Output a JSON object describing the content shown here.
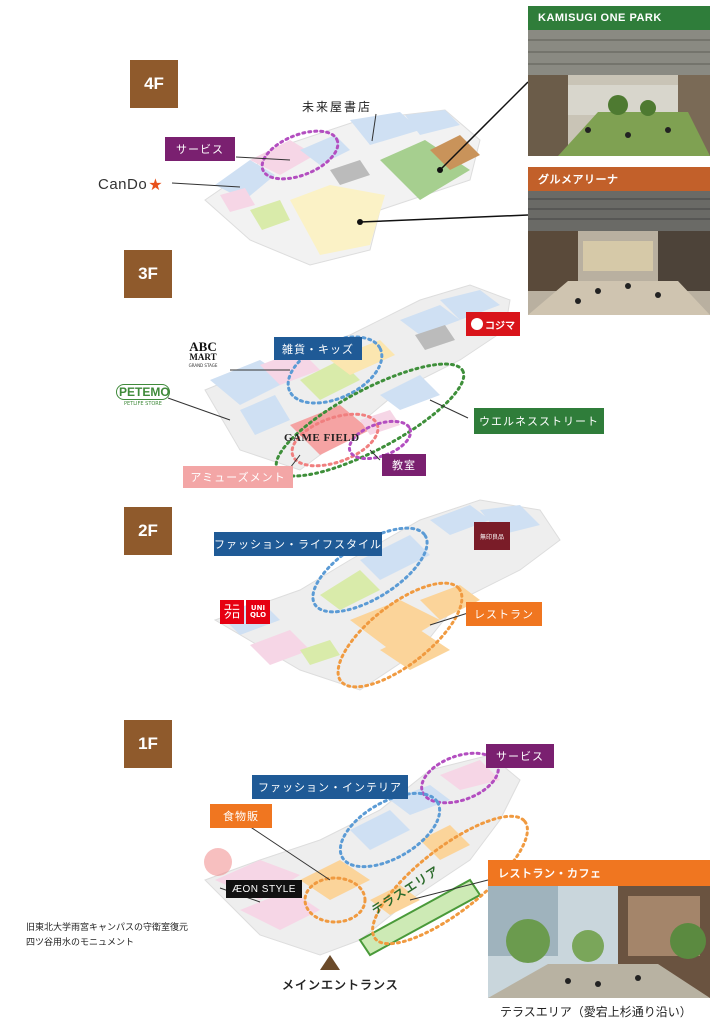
{
  "floors": [
    {
      "label": "4F"
    },
    {
      "label": "3F"
    },
    {
      "label": "2F"
    },
    {
      "label": "1F"
    }
  ],
  "floor4": {
    "service": "サービス",
    "bookstore": "未来屋書店",
    "cando": "CanDo"
  },
  "photo_park": {
    "title": "KAMISUGI ONE PARK"
  },
  "photo_gourmet": {
    "title": "グルメアリーナ"
  },
  "floor3": {
    "zakka": "雑貨・キッズ",
    "wellness": "ウエルネスストリート",
    "amusement": "アミューズメント",
    "classroom": "教室",
    "gamefield": "GAME FIELD",
    "abc_top": "ABC",
    "abc_mid": "MART",
    "abc_sub": "GRAND STAGE",
    "petemo": "PETEMO",
    "petemo_sub": "PETLIFE STORE",
    "kojima": "コジマ"
  },
  "floor2": {
    "fashion": "ファッション・ライフスタイル",
    "restaurant": "レストラン",
    "muji": "無印良品",
    "uniqlo_jp": "ユニクロ",
    "uniqlo_en": "UNIQLO"
  },
  "floor1": {
    "service": "サービス",
    "fashion": "ファッション・インテリア",
    "food": "食物販",
    "restcafe": "レストラン・カフェ",
    "terrace": "テラスエリア",
    "aeon": "ÆON STYLE",
    "entrance": "メインエントランス",
    "monument_line1": "旧東北大学雨宮キャンパスの守衛室復元",
    "monument_line2": "四ツ谷用水のモニュメント",
    "terrace_caption": "テラスエリア（愛宕上杉通り沿い）"
  },
  "colors": {
    "floor_badge": "#8f5a2c",
    "purple": "#7a2070",
    "blue": "#1f5a96",
    "green": "#2f7d3a",
    "orange": "#f07620",
    "pink": "#f3a6a6"
  }
}
